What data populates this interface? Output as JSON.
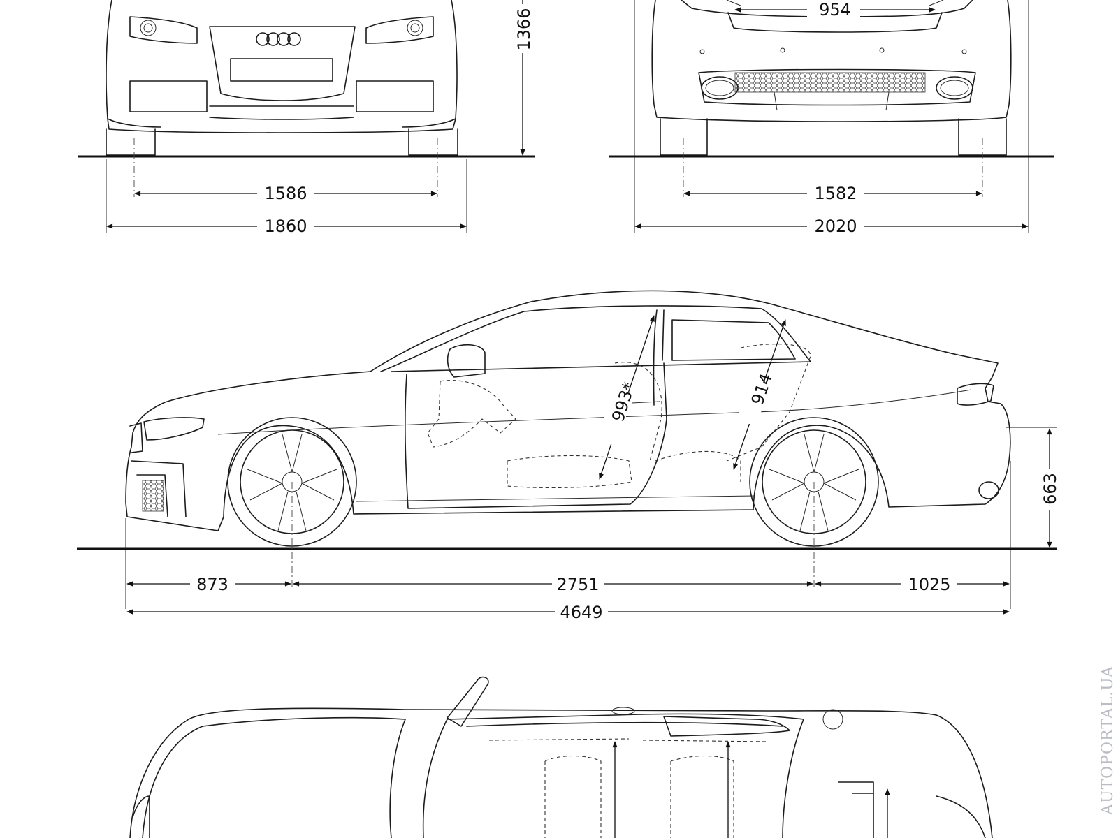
{
  "front_view": {
    "height": "1366",
    "track": "1586",
    "width": "1860"
  },
  "rear_view": {
    "diffuser_width": "954",
    "track": "1582",
    "width_with_mirrors": "2020"
  },
  "side_view": {
    "front_overhang": "873",
    "wheelbase": "2751",
    "rear_overhang": "1025",
    "length": "4649",
    "front_headroom_diagonal": "993*",
    "rear_headroom_diagonal": "914",
    "boot_sill_height": "663"
  },
  "watermark": "AUTOPORTAL.UA"
}
